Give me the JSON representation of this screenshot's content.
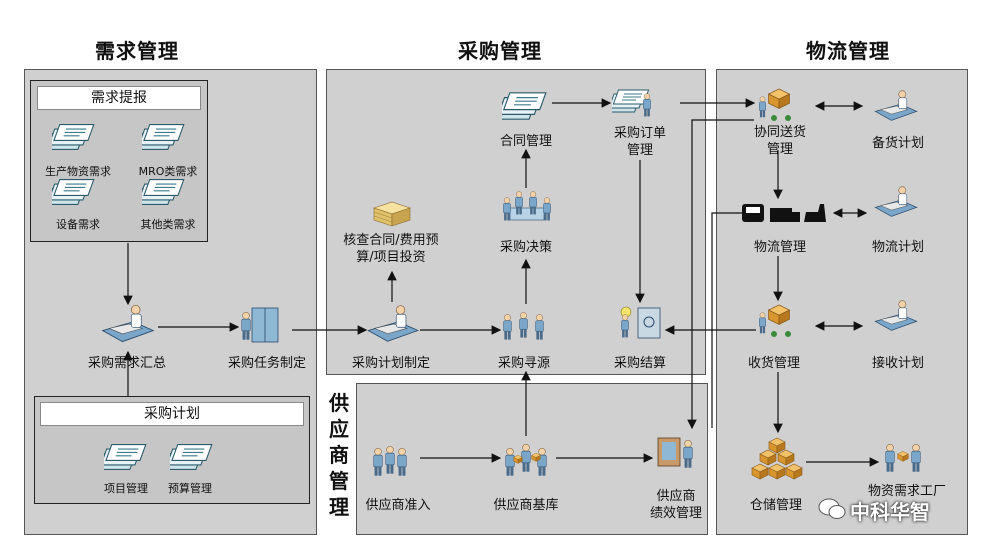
{
  "sections": {
    "demand": "需求管理",
    "purchase": "采购管理",
    "logistics": "物流管理",
    "supplier": "供应商管理"
  },
  "demand": {
    "report_title": "需求提报",
    "items": [
      "生产物资需求",
      "MRO类需求",
      "设备需求",
      "其他类需求"
    ],
    "summary": "采购需求汇总",
    "task": "采购任务制定",
    "plan_title": "采购计划",
    "plan_items": [
      "项目管理",
      "预算管理"
    ]
  },
  "purchase": {
    "check": "核查合同/费用预\n算/项目投资",
    "contract": "合同管理",
    "order": "采购订单\n管理",
    "decision": "采购决策",
    "plan": "采购计划制定",
    "sourcing": "采购寻源",
    "settlement": "采购结算"
  },
  "supplier": {
    "access": "供应商准入",
    "base": "供应商基库",
    "perf": "供应商\n绩效管理"
  },
  "logistics": {
    "delivery": "协同送货\n管理",
    "stock_plan": "备货计划",
    "logistics_mgmt": "物流管理",
    "logistics_plan": "物流计划",
    "receive": "收货管理",
    "receive_plan": "接收计划",
    "warehouse": "仓储管理",
    "factory": "物资需求工厂"
  },
  "watermark": "中科华智",
  "icons": {
    "demand_items": "document-stack-icon",
    "summary": "person-at-desk-icon",
    "task": "person-with-cabinet-icon",
    "check": "paper-stack-icon",
    "contract": "document-stack-icon",
    "order": "documents-with-person-icon",
    "decision": "meeting-group-icon",
    "plan": "person-at-desk-icon",
    "sourcing": "people-group-icon",
    "settlement": "safe-with-person-icon",
    "supplier_access": "people-queue-icon",
    "supplier_base": "people-with-boxes-icon",
    "supplier_perf": "person-with-screen-icon",
    "delivery": "boxes-cart-icon",
    "logistics_mgmt": "vehicles-icon",
    "receive": "boxes-cart-icon",
    "warehouse": "box-pile-icon",
    "factory": "worker-with-boxes-icon",
    "logistics_plans": "person-at-workbench-icon"
  }
}
